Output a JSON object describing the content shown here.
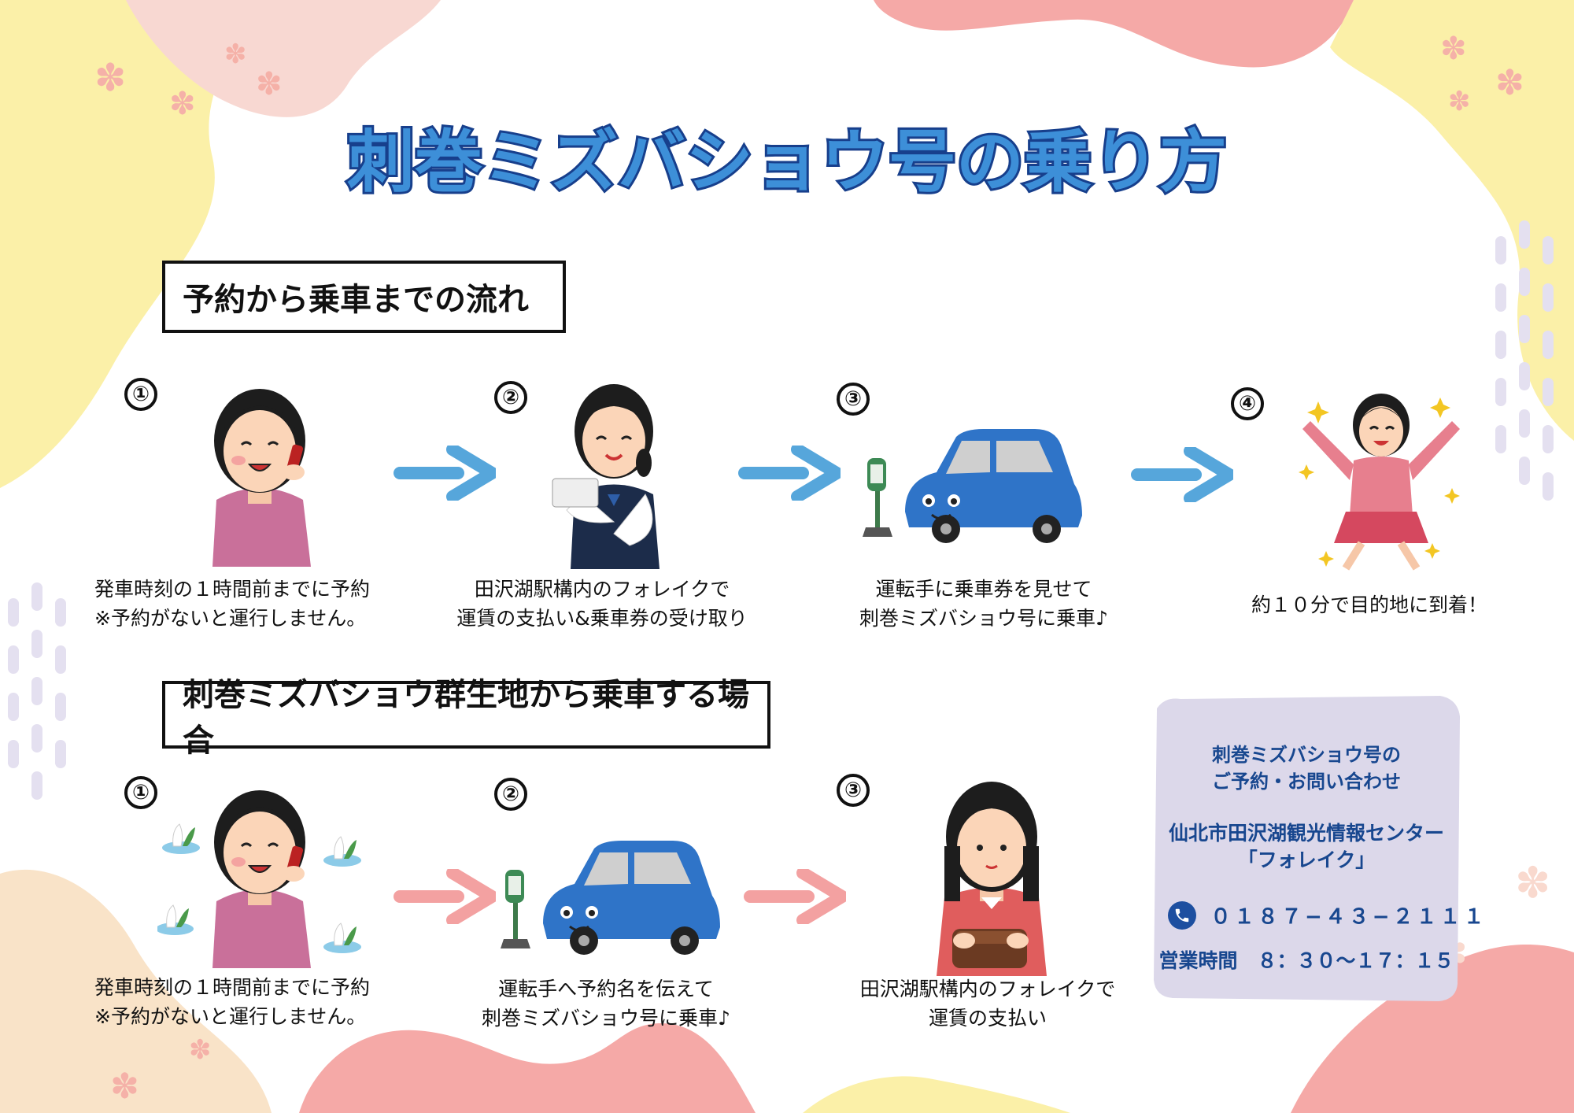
{
  "title": "刺巻ミズバショウ号の乗り方",
  "section1": {
    "heading": "予約から乗車までの流れ",
    "steps": [
      {
        "num": "①",
        "line1": "発車時刻の１時間前までに予約",
        "line2": "※予約がないと運行しません。",
        "icon": "woman-phone-icon"
      },
      {
        "num": "②",
        "line1": "田沢湖駅構内のフォレイクで",
        "line2": "運賃の支払い&乗車券の受け取り",
        "icon": "staff-ticket-icon"
      },
      {
        "num": "③",
        "line1": "運転手に乗車券を見せて",
        "line2": "刺巻ミズバショウ号に乗車♪",
        "icon": "car-busstop-icon"
      },
      {
        "num": "④",
        "line1": "約１０分で目的地に到着！",
        "line2": "",
        "icon": "happy-woman-icon"
      }
    ]
  },
  "section2": {
    "heading": "刺巻ミズバショウ群生地から乗車する場合",
    "steps": [
      {
        "num": "①",
        "line1": "発車時刻の１時間前までに予約",
        "line2": "※予約がないと運行しません。",
        "icon": "woman-phone-flowers-icon"
      },
      {
        "num": "②",
        "line1": "運転手へ予約名を伝えて",
        "line2": "刺巻ミズバショウ号に乗車♪",
        "icon": "car-busstop-icon"
      },
      {
        "num": "③",
        "line1": "田沢湖駅構内のフォレイクで",
        "line2": "運賃の支払い",
        "icon": "woman-wallet-icon"
      }
    ]
  },
  "info": {
    "line1": "刺巻ミズバショウ号の",
    "line2": "ご予約・お問い合わせ",
    "org1": "仙北市田沢湖観光情報センター",
    "org2": "「フォレイク」",
    "phone": "０１８７−４３−２１１１",
    "hours": "営業時間　８：３０〜１７：１５"
  },
  "colors": {
    "title_fill": "#3d8fd8",
    "title_stroke": "#173f8c",
    "arrow_blue": "#56a6db",
    "arrow_pink": "#f3a1a1",
    "blob_pink": "#f5a9a7",
    "blob_yellow": "#fbf0a8",
    "info_bg": "#dcd8ea",
    "info_text": "#18478f"
  }
}
